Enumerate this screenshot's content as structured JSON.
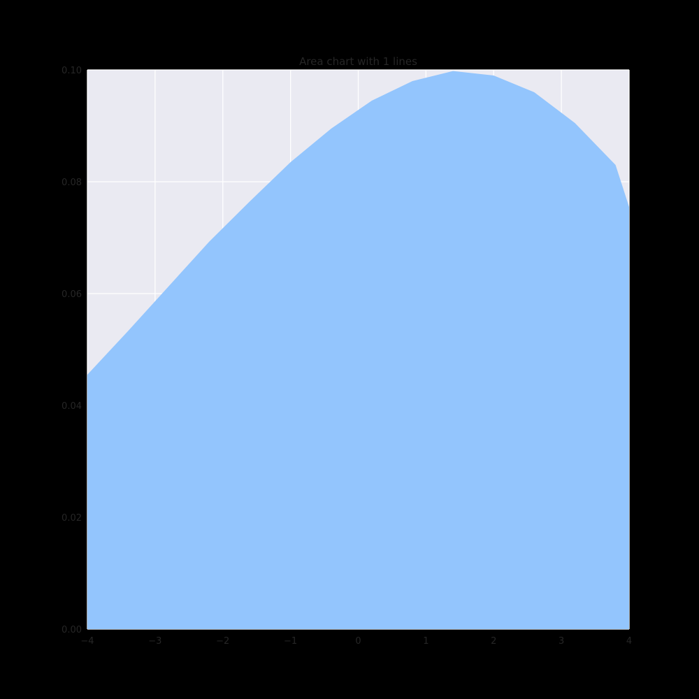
{
  "chart_data": {
    "type": "area",
    "title": "Area chart with 1 lines",
    "xlabel": "",
    "ylabel": "",
    "xlim": [
      -4,
      4
    ],
    "ylim": [
      0,
      0.1
    ],
    "grid": true,
    "x_ticks": [
      "−4",
      "−3",
      "−2",
      "−1",
      "0",
      "1",
      "2",
      "3",
      "4"
    ],
    "y_ticks": [
      "0.00",
      "0.02",
      "0.04",
      "0.06",
      "0.08",
      "0.10"
    ],
    "colors": {
      "area": "#93c5fd",
      "plot_bg": "#eaeaf2",
      "grid": "#ffffff",
      "text": "#262626"
    },
    "series": [
      {
        "x": [
          -4.0,
          -3.4,
          -2.8,
          -2.2,
          -1.6,
          -1.0,
          -0.4,
          0.2,
          0.8,
          1.4,
          2.0,
          2.6,
          3.2,
          3.8,
          4.0
        ],
        "values": [
          0.0455,
          0.0533,
          0.0613,
          0.0693,
          0.0765,
          0.0835,
          0.0895,
          0.0945,
          0.098,
          0.0998,
          0.099,
          0.096,
          0.0905,
          0.083,
          0.0755
        ]
      }
    ]
  }
}
